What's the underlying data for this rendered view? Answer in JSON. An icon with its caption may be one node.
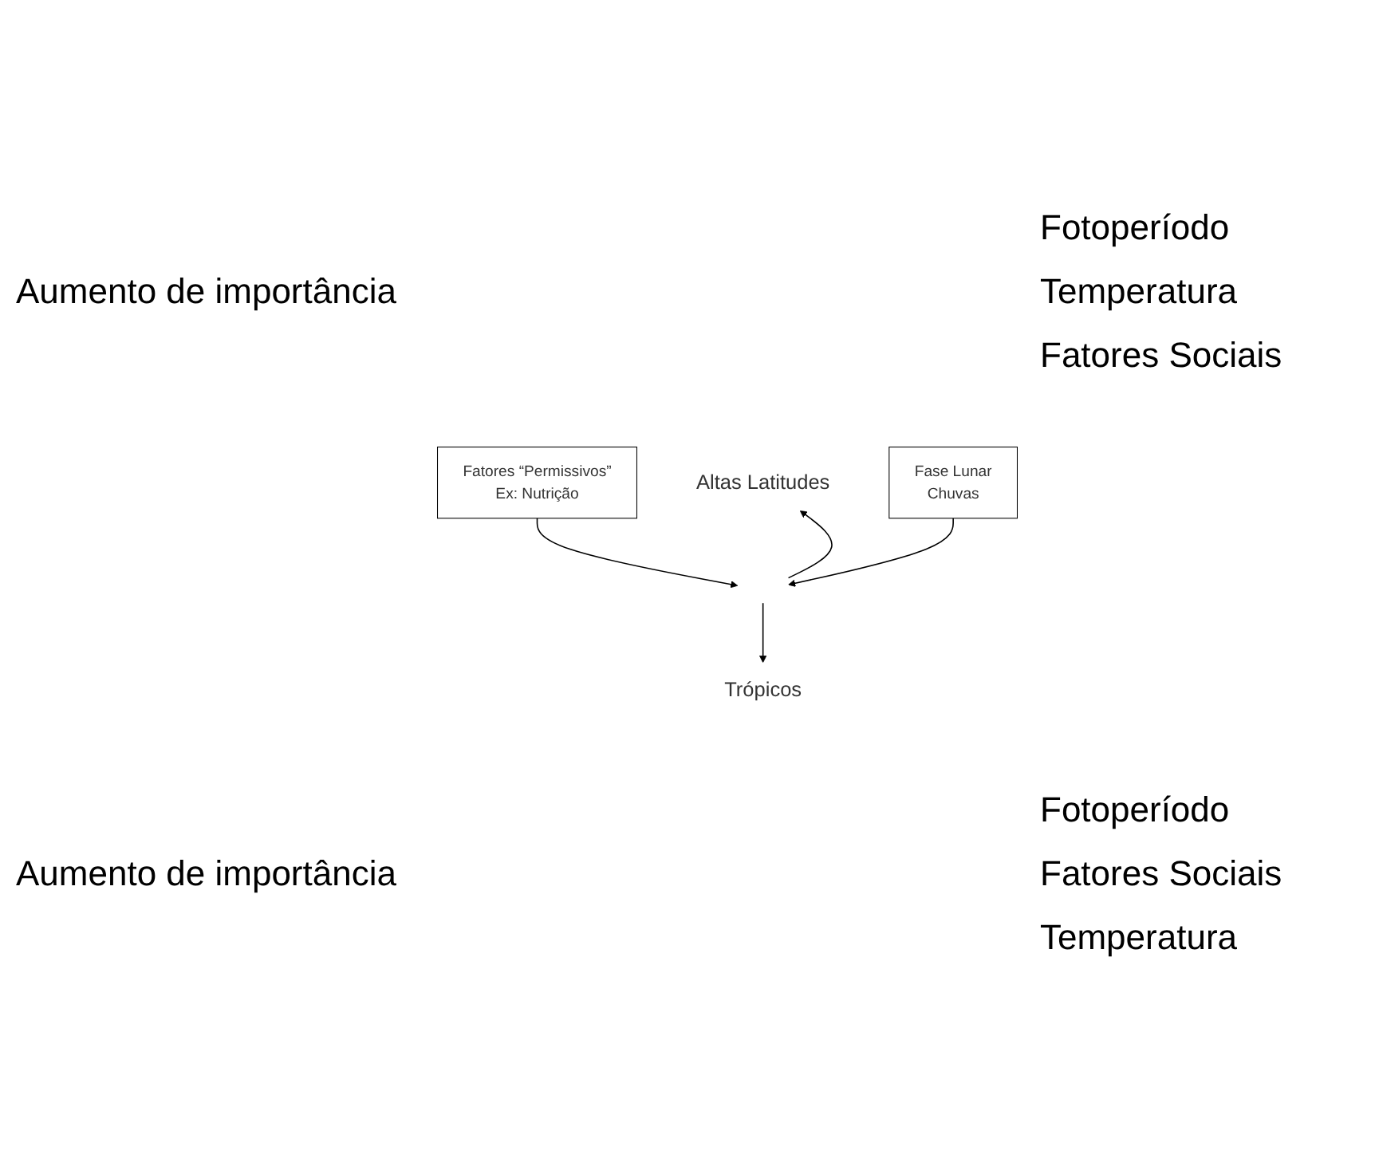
{
  "diagram": {
    "nodes": [
      {
        "text": [
          "Altas Latitudes"
        ]
      },
      {
        "text": [
          "Fatores “Permissivos”",
          "Ex: Nutrição"
        ]
      },
      {
        "text": [
          "Fase Lunar",
          "Chuvas"
        ]
      },
      {
        "text": [
          "Trópicos"
        ]
      }
    ],
    "edges": [
      {
        "from": null,
        "to": 0,
        "arrow": "to"
      },
      {
        "from": 1,
        "to": null,
        "arrow": "to"
      },
      {
        "from": 2,
        "to": null,
        "arrow": "to"
      },
      {
        "from": null,
        "to": 3,
        "arrow": "to"
      }
    ],
    "labels": [
      "Aumento de importância",
      "Fotoperíodo",
      "Temperatura",
      "Fatores Sociais",
      "Aumento de importância",
      "Fotoperíodo",
      "Fatores Sociais",
      "Temperatura"
    ]
  }
}
